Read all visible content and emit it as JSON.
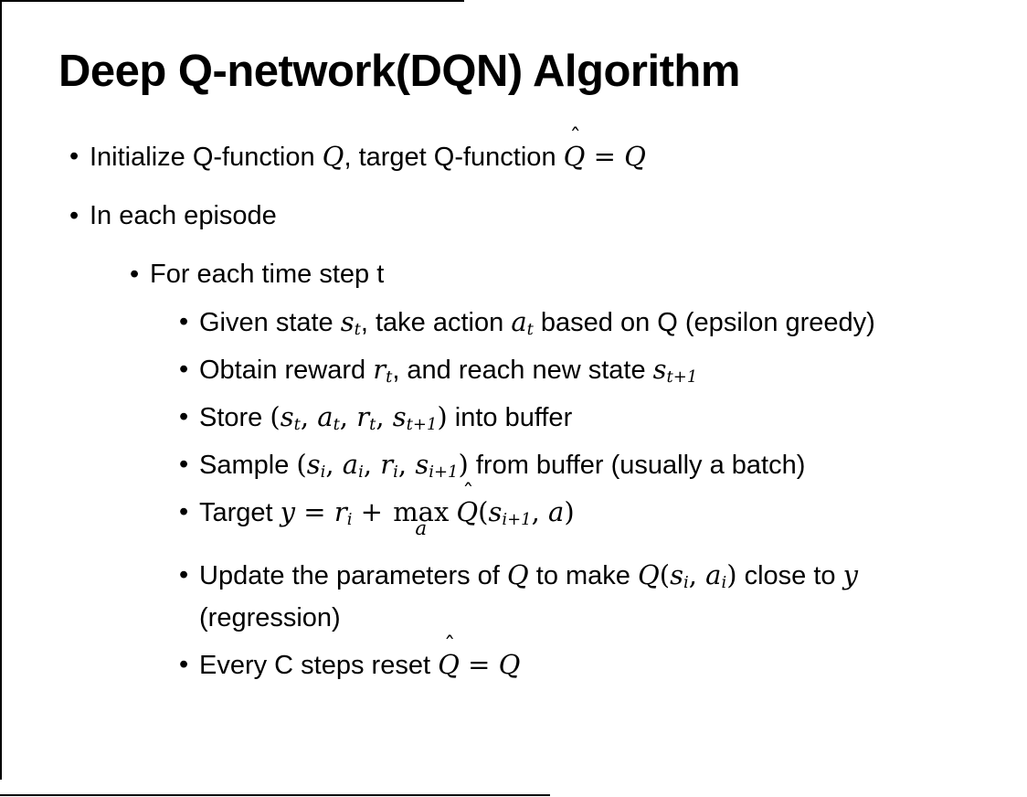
{
  "frame": {
    "background": "#ffffff",
    "line_color": "#000000",
    "text_color": "#000000"
  },
  "slide": {
    "title": "Deep Q-network(DQN) Algorithm",
    "bullet_char": "•",
    "bullets": [
      {
        "level": 1,
        "parts": [
          {
            "t": "Initialize Q-function ",
            "s": "p"
          },
          {
            "t": "Q",
            "s": "v"
          },
          {
            "t": ", target Q-function ",
            "s": "p"
          },
          {
            "t": "Q",
            "s": "h",
            "m": "ˆ"
          },
          {
            "t": " = ",
            "s": "mr"
          },
          {
            "t": "Q",
            "s": "v"
          }
        ]
      },
      {
        "level": 1,
        "parts": [
          {
            "t": "In each episode",
            "s": "p"
          }
        ]
      },
      {
        "level": 2,
        "parts": [
          {
            "t": "For each time step t",
            "s": "p"
          }
        ]
      },
      {
        "level": 3,
        "parts": [
          {
            "t": "Given state ",
            "s": "p"
          },
          {
            "t": "s",
            "s": "v"
          },
          {
            "t": "t",
            "s": "sb"
          },
          {
            "t": ", take action ",
            "s": "p"
          },
          {
            "t": "a",
            "s": "v"
          },
          {
            "t": "t",
            "s": "sb"
          },
          {
            "t": " based on Q (epsilon greedy)",
            "s": "p"
          }
        ]
      },
      {
        "level": 3,
        "parts": [
          {
            "t": "Obtain reward ",
            "s": "p"
          },
          {
            "t": "r",
            "s": "v"
          },
          {
            "t": "t",
            "s": "sb"
          },
          {
            "t": ", and reach new state ",
            "s": "p"
          },
          {
            "t": "s",
            "s": "v"
          },
          {
            "t": "t+1",
            "s": "sb"
          }
        ]
      },
      {
        "level": 3,
        "parts": [
          {
            "t": "Store ",
            "s": "p"
          },
          {
            "t": "(",
            "s": "mr"
          },
          {
            "t": "s",
            "s": "v"
          },
          {
            "t": "t",
            "s": "sb"
          },
          {
            "t": ", ",
            "s": "mr"
          },
          {
            "t": "a",
            "s": "v"
          },
          {
            "t": "t",
            "s": "sb"
          },
          {
            "t": ", ",
            "s": "mr"
          },
          {
            "t": "r",
            "s": "v"
          },
          {
            "t": "t",
            "s": "sb"
          },
          {
            "t": ", ",
            "s": "mr"
          },
          {
            "t": "s",
            "s": "v"
          },
          {
            "t": "t+1",
            "s": "sb"
          },
          {
            "t": ")",
            "s": "mr"
          },
          {
            "t": " into buffer",
            "s": "p"
          }
        ]
      },
      {
        "level": 3,
        "parts": [
          {
            "t": "Sample ",
            "s": "p"
          },
          {
            "t": "(",
            "s": "mr"
          },
          {
            "t": "s",
            "s": "v"
          },
          {
            "t": "i",
            "s": "sb"
          },
          {
            "t": ", ",
            "s": "mr"
          },
          {
            "t": "a",
            "s": "v"
          },
          {
            "t": "i",
            "s": "sb"
          },
          {
            "t": ", ",
            "s": "mr"
          },
          {
            "t": "r",
            "s": "v"
          },
          {
            "t": "i",
            "s": "sb"
          },
          {
            "t": ", ",
            "s": "mr"
          },
          {
            "t": "s",
            "s": "v"
          },
          {
            "t": "i+1",
            "s": "sb"
          },
          {
            "t": ")",
            "s": "mr"
          },
          {
            "t": " from buffer (usually a batch)",
            "s": "p"
          }
        ]
      },
      {
        "level": 3,
        "parts": [
          {
            "t": "Target ",
            "s": "p"
          },
          {
            "t": "y",
            "s": "v"
          },
          {
            "t": " = ",
            "s": "mr"
          },
          {
            "t": "r",
            "s": "v"
          },
          {
            "t": "i",
            "s": "sb"
          },
          {
            "t": " + ",
            "s": "mr"
          },
          {
            "t": "max",
            "s": "st",
            "u": "a"
          },
          {
            "t": "Q",
            "s": "h",
            "m": "ˆ"
          },
          {
            "t": "(",
            "s": "mr"
          },
          {
            "t": "s",
            "s": "v"
          },
          {
            "t": "i+1",
            "s": "sb"
          },
          {
            "t": ", ",
            "s": "mr"
          },
          {
            "t": "a",
            "s": "v"
          },
          {
            "t": ")",
            "s": "mr"
          }
        ]
      },
      {
        "level": 3,
        "parts": [
          {
            "t": "Update the parameters of ",
            "s": "p"
          },
          {
            "t": "Q",
            "s": "v"
          },
          {
            "t": " to make ",
            "s": "p"
          },
          {
            "t": "Q",
            "s": "v"
          },
          {
            "t": "(",
            "s": "mr"
          },
          {
            "t": "s",
            "s": "v"
          },
          {
            "t": "i",
            "s": "sb"
          },
          {
            "t": ", ",
            "s": "mr"
          },
          {
            "t": "a",
            "s": "v"
          },
          {
            "t": "i",
            "s": "sb"
          },
          {
            "t": ")",
            "s": "mr"
          },
          {
            "t": " close to ",
            "s": "p"
          },
          {
            "t": "y",
            "s": "v"
          },
          {
            "t": " (regression)",
            "s": "p"
          }
        ]
      },
      {
        "level": 3,
        "parts": [
          {
            "t": "Every C steps reset ",
            "s": "p"
          },
          {
            "t": "Q",
            "s": "h",
            "m": "ˆ"
          },
          {
            "t": " = ",
            "s": "mr"
          },
          {
            "t": "Q",
            "s": "v"
          }
        ]
      }
    ]
  }
}
